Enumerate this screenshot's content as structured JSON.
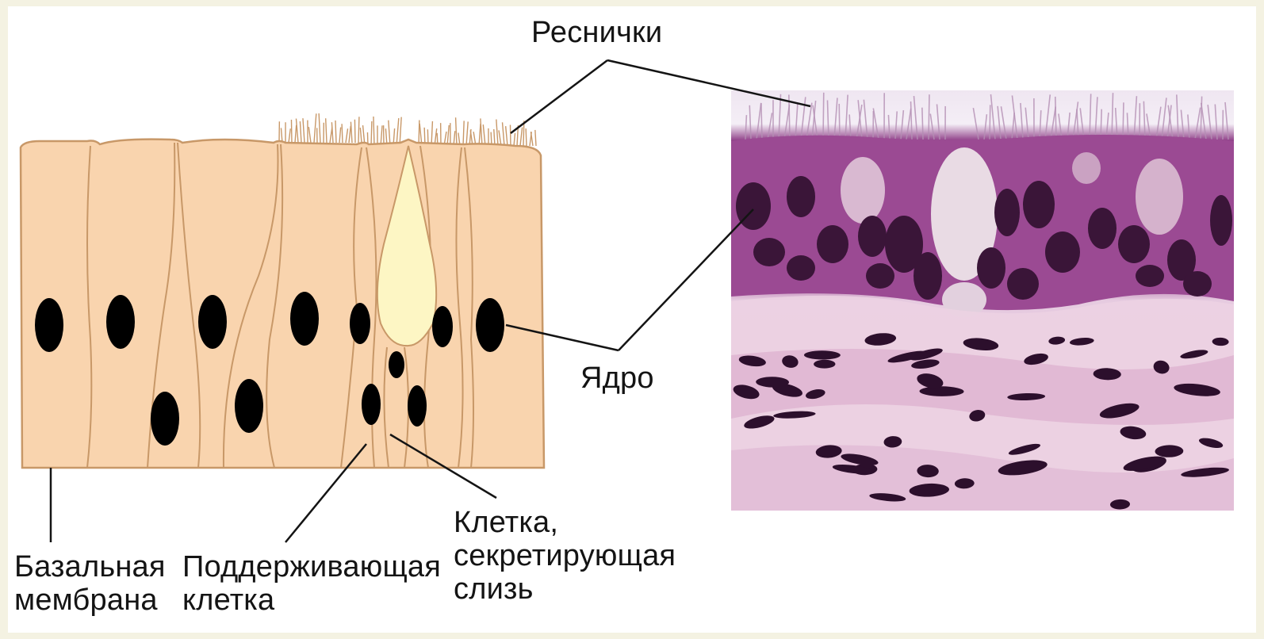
{
  "labels": {
    "cilia": "Реснички",
    "nucleus": "Ядро",
    "basal_membrane": [
      "Базальная",
      "мембрана"
    ],
    "supporting_cell": [
      "Поддерживающая",
      "клетка"
    ],
    "secreting_cell": [
      "Клетка,",
      "секретирующая",
      "слизь"
    ]
  },
  "colors": {
    "background": "#f4f2e2",
    "cell_fill": "#f9d4ae",
    "cell_outline": "#c89868",
    "goblet_fill": "#fdf6c4",
    "nucleus": "#000000",
    "leader_line": "#141414",
    "tissue_purple": "#a24f99",
    "tissue_pink": "#e6bfd9"
  }
}
